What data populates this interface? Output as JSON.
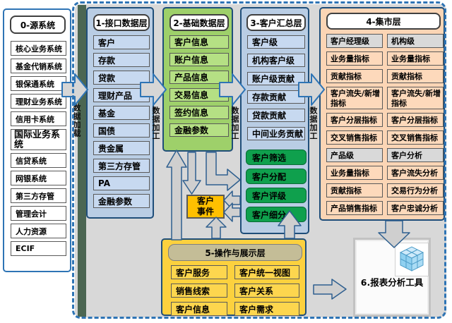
{
  "diagram": {
    "source": {
      "title": "0-源系统",
      "items": [
        "核心业务系统",
        "基金代销系统",
        "银保通系统",
        "理财业务系统",
        "信用卡系统",
        "国际业务系统",
        "信贷系统",
        "网银系统",
        "第三方存管",
        "管理会计",
        "人力资源",
        "ECIF"
      ]
    },
    "interface": {
      "title": "1-接口数据层",
      "items": [
        "客户",
        "存款",
        "贷款",
        "理财产品",
        "基金",
        "国债",
        "贵金属",
        "第三方存管",
        "PA",
        "金融参数"
      ]
    },
    "base": {
      "title": "2-基础数据层",
      "items": [
        "客户信息",
        "账户信息",
        "产品信息",
        "交易信息",
        "签约信息",
        "金融参数"
      ]
    },
    "summary": {
      "title": "3-客户汇总层",
      "items": [
        "客户级",
        "机构客户级",
        "账户级贡献",
        "存款贡献",
        "贷款贡献",
        "中间业务贡献"
      ],
      "process_items": [
        "客户筛选",
        "客户分配",
        "客户评级",
        "客户细分"
      ]
    },
    "mart": {
      "title": "4-集市层",
      "left": [
        "客户经理级",
        "业务量指标",
        "贡献指标",
        "客户流失/新增指标",
        "客户分层指标",
        "交叉销售指标",
        "产品级",
        "业务量指标",
        "贡献指标",
        "产品销售指标"
      ],
      "right": [
        "机构级",
        "业务量指标",
        "贡献指标",
        "客户流失/新增指标",
        "客户分层指标",
        "交叉销售指标",
        "客户分析",
        "客户流失分析",
        "交易行为分析",
        "客户忠诚分析"
      ]
    },
    "operation": {
      "title": "5-操作与展示层",
      "left": [
        "客户服务",
        "销售线索",
        "客户信息"
      ],
      "right": [
        "客户统一视图",
        "客户关系",
        "客户需求"
      ]
    },
    "customer_event": {
      "label": "客户事件"
    },
    "report_tool": {
      "label": "6.报表分析工具"
    },
    "arrow_labels": {
      "load": "数据加载",
      "process": "数据加工"
    },
    "colors": {
      "dashed_border": "#2e74b5",
      "panel_blue": "#b9cde4",
      "panel_green": "#9ed06a",
      "item_green": "#0fa04d",
      "panel_peach": "#fbd5b5",
      "panel_yellow": "#fcd13e",
      "event_orange": "#ffc000",
      "header_tan": "#c4bd97",
      "gray_item": "#d9d9d9",
      "navy_border": "#1f4e79"
    }
  }
}
